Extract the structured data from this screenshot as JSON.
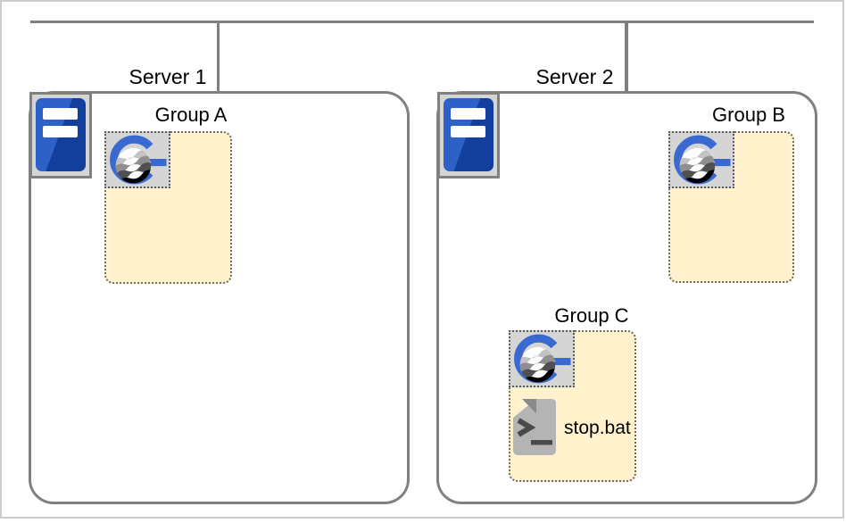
{
  "diagram": {
    "type": "network-deployment-diagram",
    "servers": [
      {
        "label": "Server 1",
        "groups": [
          {
            "label": "Group A",
            "items": []
          }
        ]
      },
      {
        "label": "Server 2",
        "groups": [
          {
            "label": "Group B",
            "items": []
          },
          {
            "label": "Group C",
            "items": [
              {
                "type": "batch-script",
                "label": "stop.bat"
              }
            ]
          }
        ]
      }
    ],
    "colors": {
      "frame_border": "#cccccc",
      "connector_gray": "#808080",
      "server_border": "#808080",
      "group_fill": "#fff2cc",
      "group_border": "#6b6b6b",
      "icon_bg": "#d5d5d5",
      "logo_blue": "#3a69cf",
      "server_blue_light": "#2e61c8",
      "server_blue_dark": "#123f9c",
      "script_gray": "#b4b4b4",
      "script_fold": "#8a8a8a",
      "prompt_dark": "#4a4a4a"
    }
  }
}
